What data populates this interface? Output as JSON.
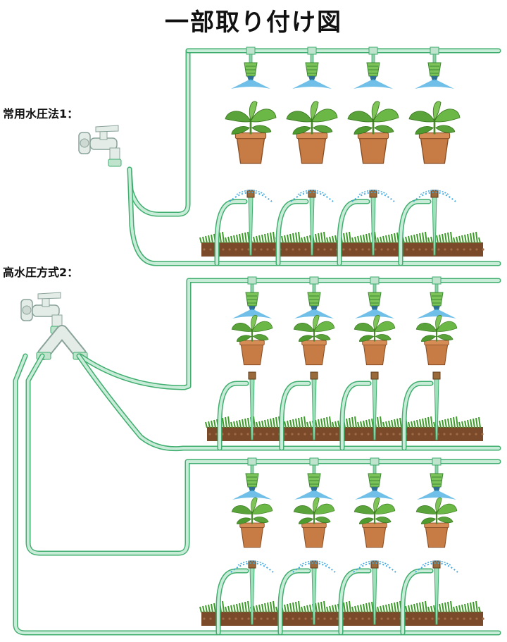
{
  "title": "一部取り付け図",
  "method_labels": [
    "常用水圧法1：",
    "高水圧方式2："
  ],
  "colors": {
    "pipe": "#c9ecd9",
    "pipe_edge": "#3fae6e",
    "spray": "#3fa9e0",
    "pot": "#c77c45",
    "leaf": "#5aa33a",
    "grass": "#3f9a2c",
    "soil": "#7a4a2a",
    "faucet": "#e4ece8"
  },
  "icons": [
    "faucet-icon",
    "y-splitter-icon",
    "mist-nozzle-icon",
    "potted-plant-icon",
    "ground-stake-sprinkler-icon",
    "soil-strip-icon"
  ]
}
